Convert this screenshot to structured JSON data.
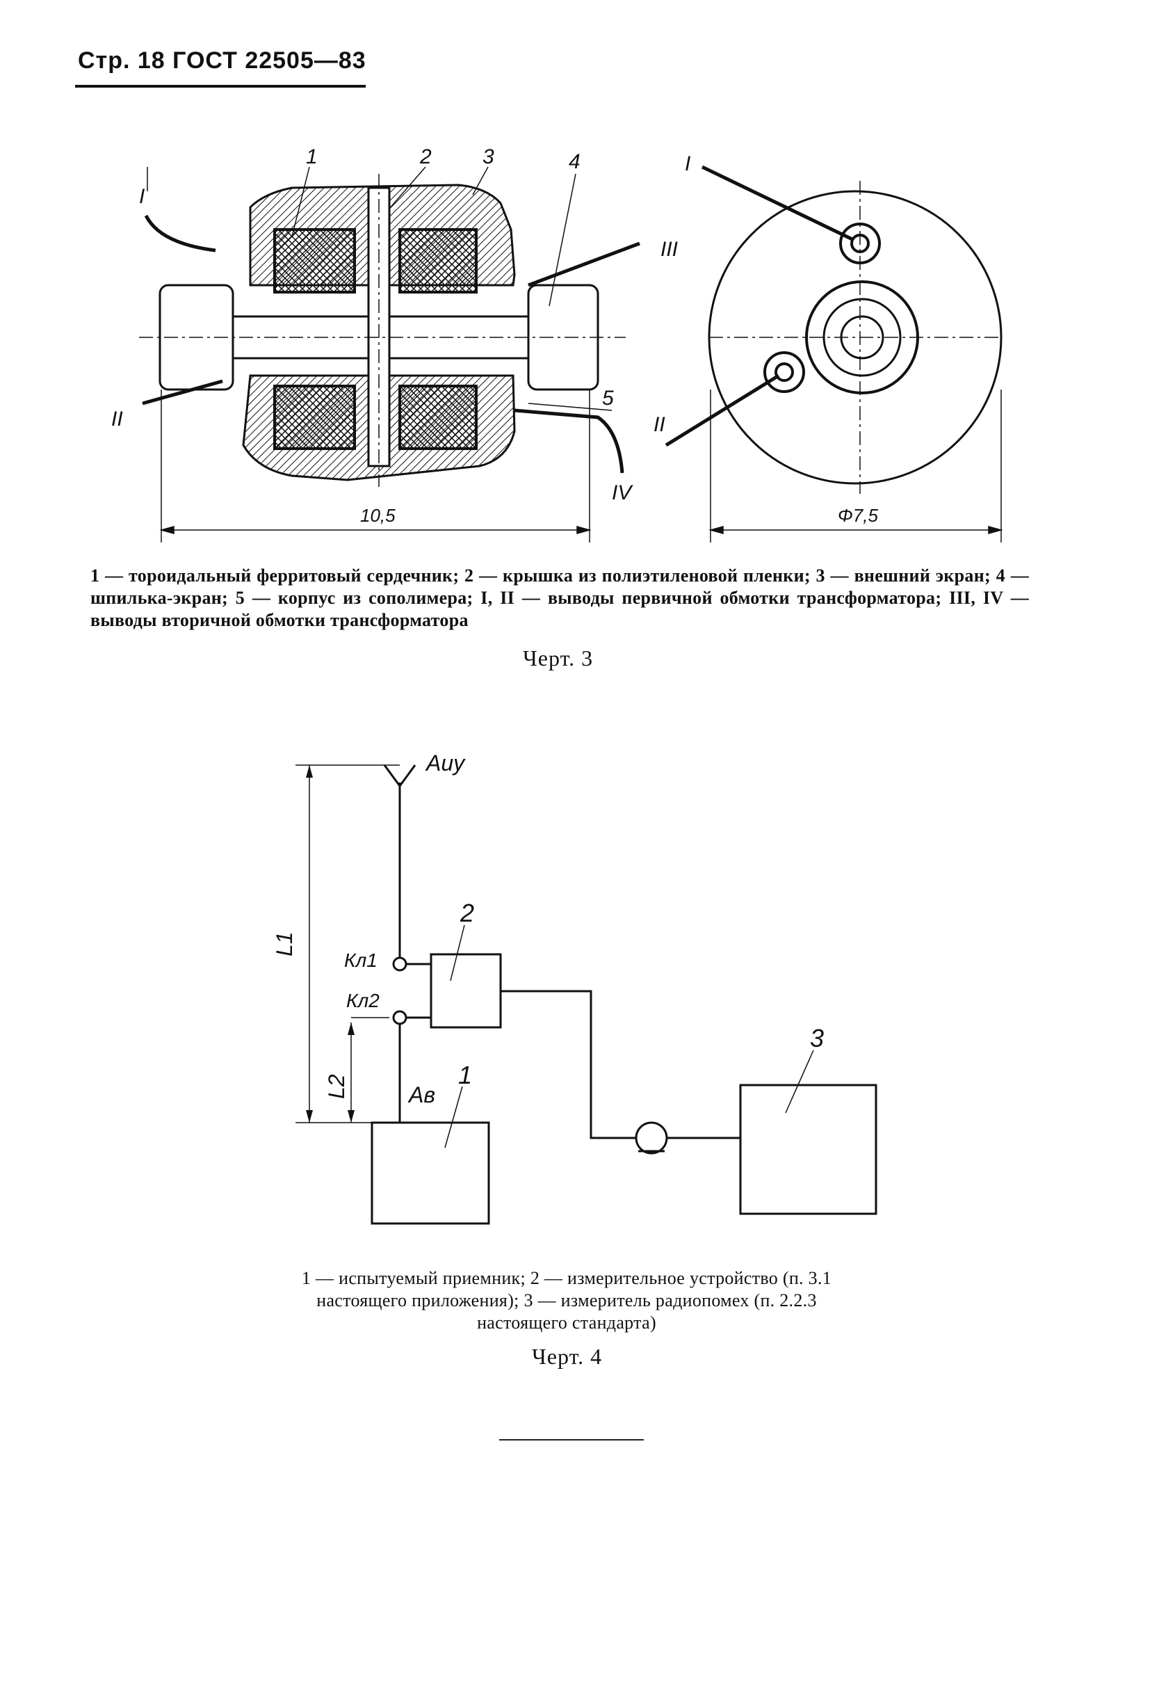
{
  "header": {
    "text": "Стр. 18 ГОСТ 22505—83"
  },
  "figure3": {
    "callouts": [
      "1",
      "2",
      "3",
      "4",
      "5",
      "I",
      "II",
      "III",
      "IV"
    ],
    "dimension_length": "10,5",
    "dimension_diameter": "Φ7,5",
    "caption": "1 — тороидальный ферритовый сердечник; 2 — крышка из полиэтиленовой пленки; 3 — внешний экран; 4 — шпилька-экран; 5 — корпус из сополимера; I, II — выводы первичной обмотки трансформатора; III, IV — выводы вторичной обмотки трансформатора",
    "title": "Черт. 3"
  },
  "figure4": {
    "label_antenna": "Аиу",
    "label_kl1": "Кл1",
    "label_kl2": "Кл2",
    "label_L1": "L1",
    "label_L2": "L2",
    "label_Av": "Ав",
    "block_labels": [
      "1",
      "2",
      "3"
    ],
    "caption": "1 — испытуемый приемник; 2 — измерительное устройство (п. 3.1 настоящего приложения); 3 — измеритель радиопомех (п. 2.2.3 настоящего стандарта)",
    "title": "Черт. 4"
  }
}
